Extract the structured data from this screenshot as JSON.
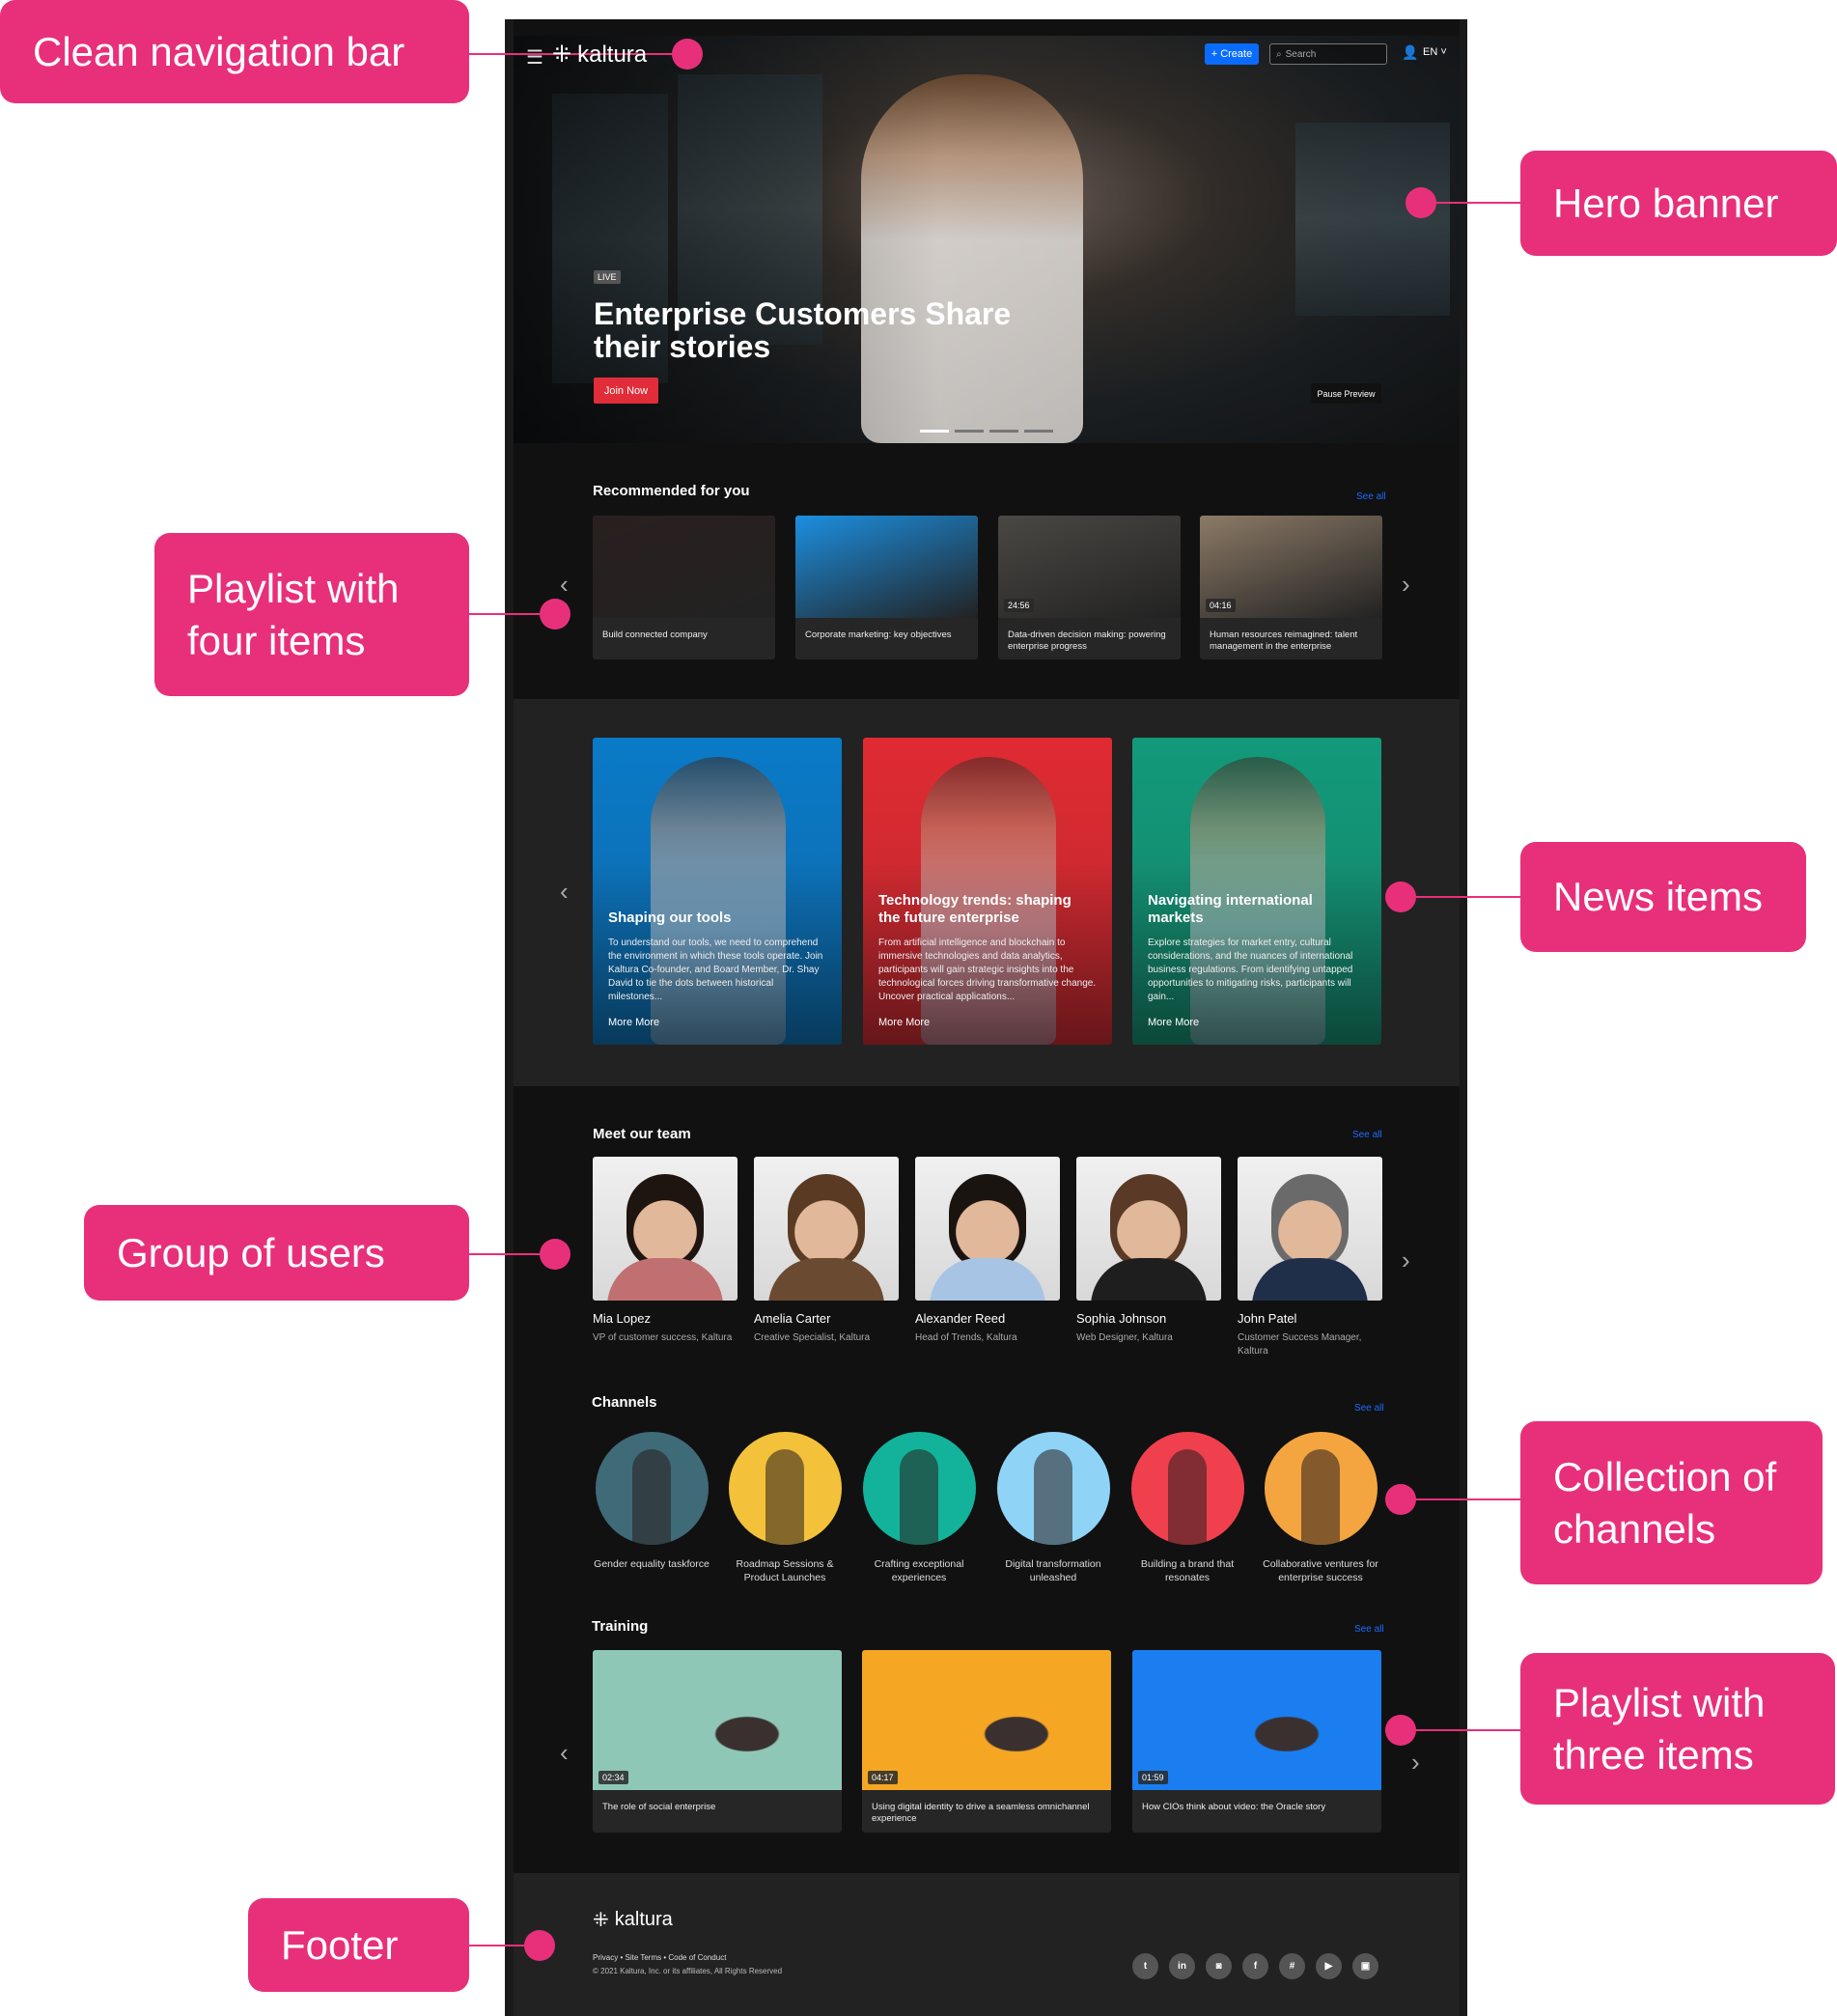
{
  "colors": {
    "callout": "#e8307a",
    "accent": "#0a6cff",
    "join": "#e12d3a",
    "page_bg": "#111111"
  },
  "callouts": [
    "Clean navigation bar",
    "Hero banner",
    "Playlist with four items",
    "News items",
    "Group of users",
    "Collection of channels",
    "Playlist with three items",
    "Footer"
  ],
  "nav": {
    "menu_icon": "hamburger-icon",
    "logo": "kaltura",
    "create": "Create",
    "search_placeholder": "Search",
    "user_icon": "user-icon",
    "lang": "EN"
  },
  "hero": {
    "badge": "LIVE",
    "title": "Enterprise Customers Share their stories",
    "cta": "Join Now",
    "pause": "Pause Preview",
    "slides": 4,
    "active_slide": 1
  },
  "recommended": {
    "title": "Recommended for you",
    "see_all": "See all",
    "items": [
      {
        "title": "Build connected company",
        "duration": "",
        "color": "#2a1f1f"
      },
      {
        "title": "Corporate marketing: key objectives",
        "duration": "",
        "color": "#1c8fe0"
      },
      {
        "title": "Data-driven decision making: powering enterprise progress",
        "duration": "24:56",
        "color": "#4a4844"
      },
      {
        "title": "Human resources reimagined: talent management in the enterprise",
        "duration": "04:16",
        "color": "#8c7a66"
      }
    ]
  },
  "news": {
    "items": [
      {
        "title": "Shaping our tools",
        "desc": "To understand our tools, we need to comprehend the environment in which these tools operate. Join Kaltura Co-founder, and Board Member, Dr. Shay David to tie the dots between historical milestones...",
        "more": "More More",
        "color": "#0a7ac8"
      },
      {
        "title": "Technology trends: shaping the future enterprise",
        "desc": "From artificial intelligence and blockchain to immersive technologies and data analytics, participants will gain strategic insights into the technological forces driving transformative change. Uncover practical applications...",
        "more": "More More",
        "color": "#e02a32"
      },
      {
        "title": "Navigating international markets",
        "desc": "Explore strategies for market entry, cultural considerations, and the nuances of international business regulations. From identifying untapped opportunities to mitigating risks, participants will gain...",
        "more": "More More",
        "color": "#129a7a"
      }
    ]
  },
  "team": {
    "title": "Meet our team",
    "see_all": "See all",
    "members": [
      {
        "name": "Mia Lopez",
        "role": "VP of customer success, Kaltura"
      },
      {
        "name": "Amelia Carter",
        "role": "Creative Specialist, Kaltura"
      },
      {
        "name": "Alexander Reed",
        "role": "Head of Trends, Kaltura"
      },
      {
        "name": "Sophia Johnson",
        "role": "Web Designer, Kaltura"
      },
      {
        "name": "John Patel",
        "role": "Customer Success Manager, Kaltura"
      }
    ]
  },
  "channels": {
    "title": "Channels",
    "see_all": "See all",
    "items": [
      {
        "label": "Gender equality taskforce",
        "color": "#3f6a78"
      },
      {
        "label": "Roadmap Sessions & Product Launches",
        "color": "#f3c23a"
      },
      {
        "label": "Crafting exceptional experiences",
        "color": "#12b39a"
      },
      {
        "label": "Digital transformation unleashed",
        "color": "#8fd4f7"
      },
      {
        "label": "Building a brand that resonates",
        "color": "#f0404e"
      },
      {
        "label": "Collaborative ventures for enterprise success",
        "color": "#f4a540"
      }
    ]
  },
  "training": {
    "title": "Training",
    "see_all": "See all",
    "items": [
      {
        "title": "The role of social enterprise",
        "duration": "02:34",
        "color": "#8fc7b6"
      },
      {
        "title": "Using digital identity to drive a seamless omnichannel experience",
        "duration": "04:17",
        "color": "#f5a623"
      },
      {
        "title": "How CIOs think about video: the Oracle story",
        "duration": "01:59",
        "color": "#1a7ef0"
      }
    ]
  },
  "footer": {
    "logo": "kaltura",
    "links": [
      "Privacy",
      "Site Terms",
      "Code of Conduct"
    ],
    "copyright": "© 2021 Kaltura, Inc. or its affiliates, All Rights Reserved",
    "social": [
      {
        "icon": "twitter-icon",
        "glyph": "t"
      },
      {
        "icon": "linkedin-icon",
        "glyph": "in"
      },
      {
        "icon": "instagram-icon",
        "glyph": "◙"
      },
      {
        "icon": "facebook-icon",
        "glyph": "f"
      },
      {
        "icon": "slack-icon",
        "glyph": "#"
      },
      {
        "icon": "youtube-icon",
        "glyph": "▶"
      },
      {
        "icon": "twitch-icon",
        "glyph": "▣"
      }
    ]
  }
}
